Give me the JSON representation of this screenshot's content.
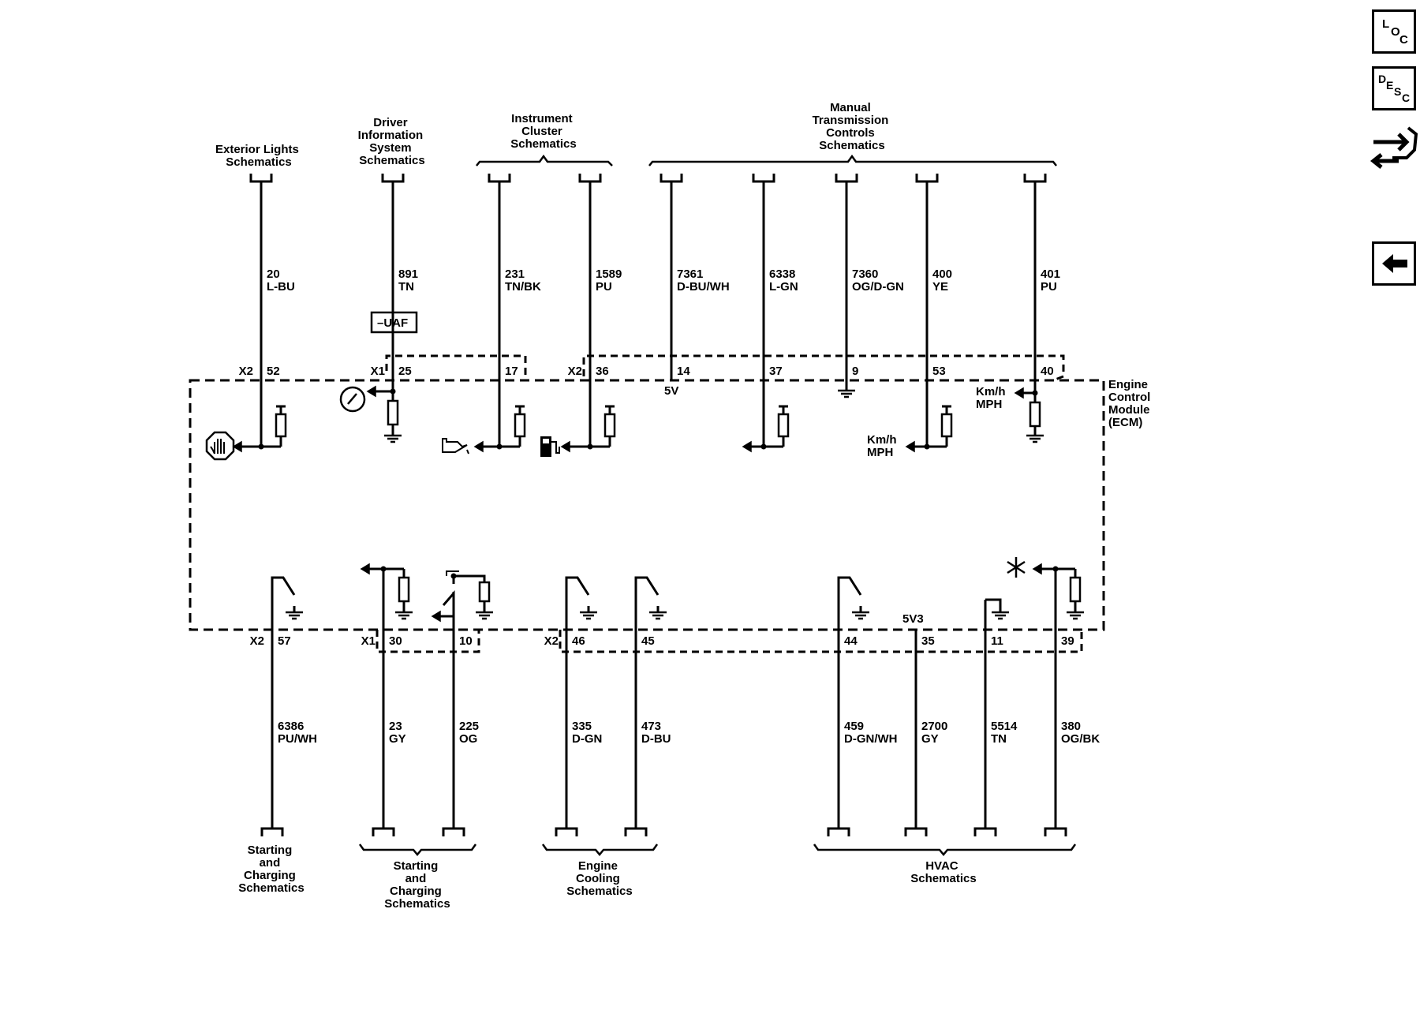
{
  "module": {
    "label": "Engine Control Module (ECM)",
    "lines": [
      "Engine",
      "Control",
      "Module",
      "(ECM)"
    ]
  },
  "destinations": {
    "top": [
      {
        "lines": [
          "Exterior Lights",
          "Schematics"
        ]
      },
      {
        "lines": [
          "Driver",
          "Information",
          "System",
          "Schematics"
        ]
      },
      {
        "lines": [
          "Instrument",
          "Cluster",
          "Schematics"
        ]
      },
      {
        "lines": [
          "Manual",
          "Transmission",
          "Controls",
          "Schematics"
        ]
      }
    ],
    "bottom": [
      {
        "lines": [
          "Starting",
          "and",
          "Charging",
          "Schematics"
        ]
      },
      {
        "lines": [
          "Starting",
          "and",
          "Charging",
          "Schematics"
        ]
      },
      {
        "lines": [
          "Engine",
          "Cooling",
          "Schematics"
        ]
      },
      {
        "lines": [
          "HVAC",
          "Schematics"
        ]
      }
    ]
  },
  "connectors": {
    "top": [
      {
        "label": "X2",
        "pin": "52"
      },
      {
        "label": "X1",
        "pin": "25"
      },
      {
        "label": "",
        "pin": "17"
      },
      {
        "label": "X2",
        "pin": "36"
      },
      {
        "label": "",
        "pin": "14"
      },
      {
        "label": "",
        "pin": "37"
      },
      {
        "label": "",
        "pin": "9"
      },
      {
        "label": "",
        "pin": "53"
      },
      {
        "label": "",
        "pin": "40"
      }
    ],
    "bottom": [
      {
        "label": "X2",
        "pin": "57"
      },
      {
        "label": "X1",
        "pin": "30"
      },
      {
        "label": "",
        "pin": "10"
      },
      {
        "label": "X2",
        "pin": "46"
      },
      {
        "label": "",
        "pin": "45"
      },
      {
        "label": "",
        "pin": "44"
      },
      {
        "label": "",
        "pin": "35"
      },
      {
        "label": "",
        "pin": "11"
      },
      {
        "label": "",
        "pin": "39"
      }
    ]
  },
  "wires": {
    "top": [
      {
        "circuit": "20",
        "color": "L-BU"
      },
      {
        "circuit": "891",
        "color": "TN"
      },
      {
        "circuit": "231",
        "color": "TN/BK"
      },
      {
        "circuit": "1589",
        "color": "PU"
      },
      {
        "circuit": "7361",
        "color": "D-BU/WH"
      },
      {
        "circuit": "6338",
        "color": "L-GN"
      },
      {
        "circuit": "7360",
        "color": "OG/D-GN"
      },
      {
        "circuit": "400",
        "color": "YE"
      },
      {
        "circuit": "401",
        "color": "PU"
      }
    ],
    "bottom": [
      {
        "circuit": "6386",
        "color": "PU/WH"
      },
      {
        "circuit": "23",
        "color": "GY"
      },
      {
        "circuit": "225",
        "color": "OG"
      },
      {
        "circuit": "335",
        "color": "D-GN"
      },
      {
        "circuit": "473",
        "color": "D-BU"
      },
      {
        "circuit": "459",
        "color": "D-GN/WH"
      },
      {
        "circuit": "2700",
        "color": "GY"
      },
      {
        "circuit": "5514",
        "color": "TN"
      },
      {
        "circuit": "380",
        "color": "OG/BK"
      }
    ]
  },
  "labels": {
    "uaf_option": "–UAF",
    "ref_5v": "5V",
    "ref_5v3": "5V3",
    "speed_out_1": {
      "line1": "Km/h",
      "line2": "MPH"
    },
    "speed_out_2": {
      "line1": "Km/h",
      "line2": "MPH"
    }
  },
  "sidebar": {
    "loc": {
      "l": "L",
      "o": "O",
      "c": "C"
    },
    "desc": {
      "d": "D",
      "e": "E",
      "s": "S",
      "c": "C"
    },
    "icons": [
      "component-locator-icon",
      "component-description-icon",
      "connector-end-view-icon",
      "back-arrow-icon"
    ]
  }
}
